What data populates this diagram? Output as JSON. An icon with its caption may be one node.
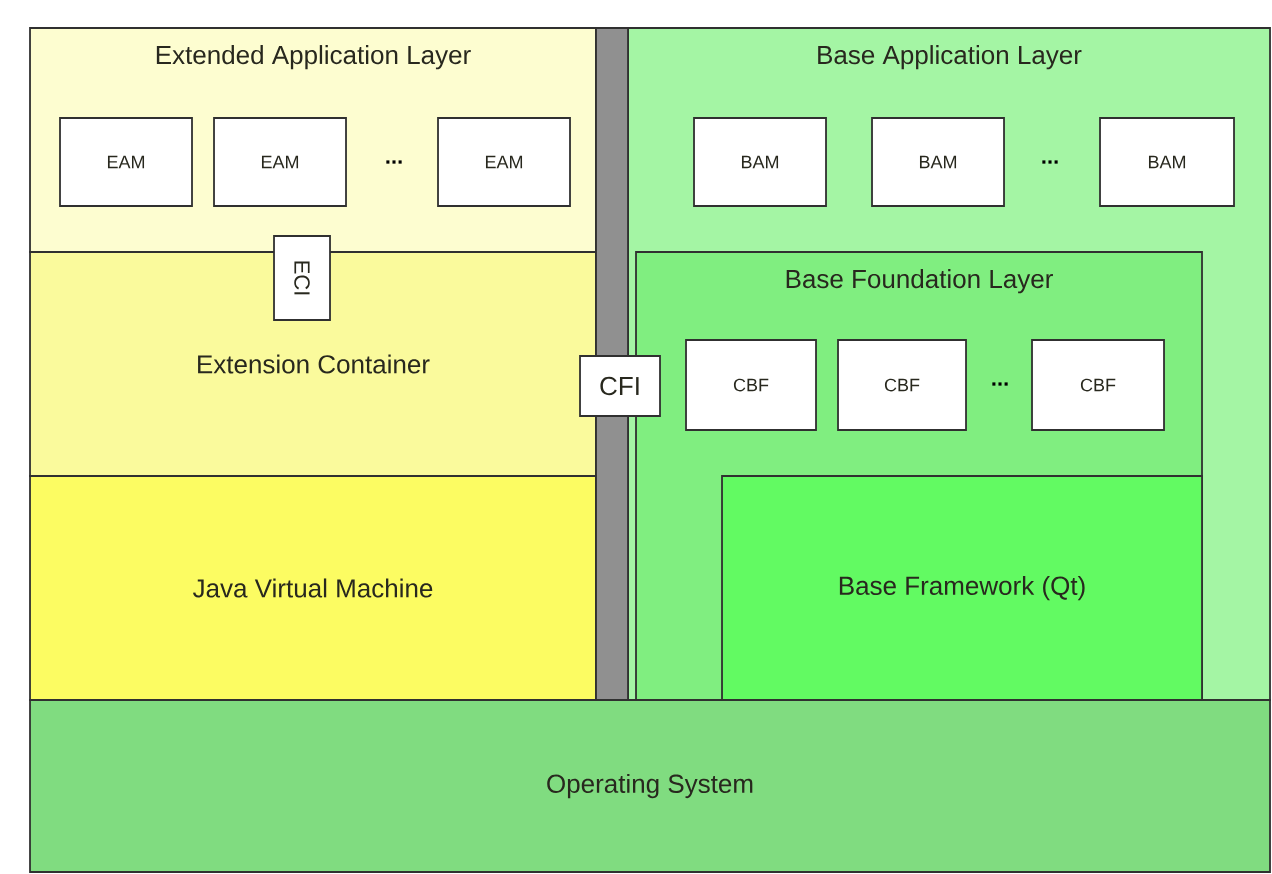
{
  "diagram": {
    "nodes": [
      {
        "text": [
          "Extended Application Layer"
        ]
      },
      {
        "text": [
          "EAM"
        ],
        "in": 0
      },
      {
        "text": [
          "EAM"
        ],
        "in": 0
      },
      {
        "text": [
          "EAM"
        ],
        "in": 0
      },
      {
        "text": [
          "Base Application Layer"
        ]
      },
      {
        "text": [
          "BAM"
        ],
        "in": 4
      },
      {
        "text": [
          "BAM"
        ],
        "in": 4
      },
      {
        "text": [
          "BAM"
        ],
        "in": 4
      },
      {
        "text": [
          "ECI"
        ]
      },
      {
        "text": [
          "Extension Container"
        ]
      },
      {
        "text": [
          "CFI"
        ]
      },
      {
        "text": [
          "Base Foundation Layer"
        ],
        "in": 4
      },
      {
        "text": [
          "CBF"
        ],
        "in": 11
      },
      {
        "text": [
          "CBF"
        ],
        "in": 11
      },
      {
        "text": [
          "CBF"
        ],
        "in": 11
      },
      {
        "text": [
          "Java Virtual Machine"
        ]
      },
      {
        "text": [
          "Base Framework (Qt)"
        ],
        "in": 11
      },
      {
        "text": [],
        "shape": "bar"
      },
      {
        "text": [
          "Operating System"
        ]
      }
    ],
    "labels": [
      "...",
      "...",
      "..."
    ]
  }
}
